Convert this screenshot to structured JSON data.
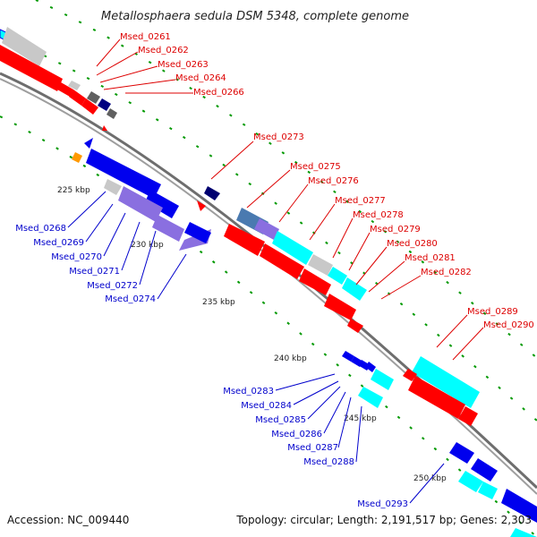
{
  "title": "Metallosphaera sedula DSM 5348, complete genome",
  "accession": "Accession: NC_009440",
  "topology": "Topology: circular; Length: 2,191,517 bp; Genes: 2,303",
  "colors": {
    "forward": "#ff0000",
    "reverse": "#0000ee",
    "grey": "#c8c8c8",
    "cyan": "#00ffff",
    "lavender": "#8a6fe0",
    "navy": "#000070",
    "orange": "#ff9900",
    "tick": "#009900",
    "label_red": "#dd0000",
    "label_blue": "#0000cc"
  },
  "scale_labels": [
    "225 kbp",
    "230 kbp",
    "235 kbp",
    "240 kbp",
    "245 kbp",
    "250 kbp"
  ],
  "labels_top": [
    "Msed_0261",
    "Msed_0262",
    "Msed_0263",
    "Msed_0264",
    "Msed_0266",
    "Msed_0273",
    "Msed_0275",
    "Msed_0276",
    "Msed_0277",
    "Msed_0278",
    "Msed_0279",
    "Msed_0280",
    "Msed_0281",
    "Msed_0282",
    "Msed_0289",
    "Msed_0290"
  ],
  "labels_bottom": [
    "Msed_0268",
    "Msed_0269",
    "Msed_0270",
    "Msed_0271",
    "Msed_0272",
    "Msed_0274",
    "Msed_0283",
    "Msed_0284",
    "Msed_0285",
    "Msed_0286",
    "Msed_0287",
    "Msed_0288",
    "Msed_0293"
  ]
}
